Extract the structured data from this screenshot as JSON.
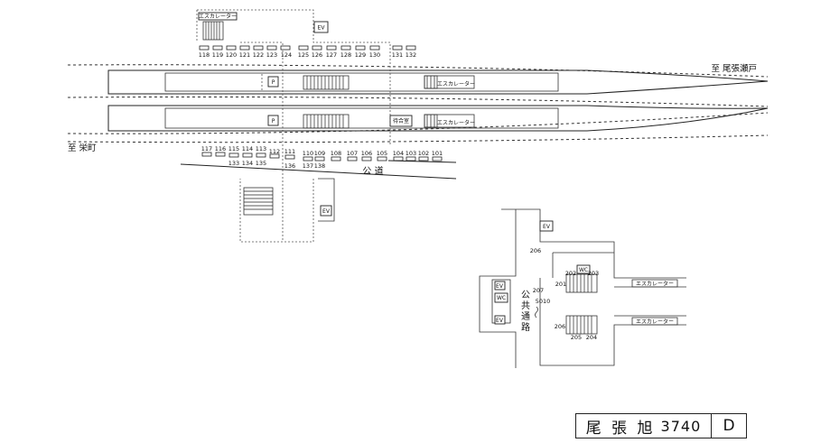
{
  "labels": {
    "to_owariseto": "至 尾張瀬戸",
    "to_sakaemachi": "至 栄町",
    "public_road": "公 道",
    "public_passage": "公共通路",
    "escalator": "エスカレーター",
    "ev": "EV",
    "wc": "WC",
    "waiting_room": "待合室",
    "p": "P"
  },
  "top_gates": [
    "118",
    "119",
    "120",
    "121",
    "122",
    "123",
    "124",
    "125",
    "126",
    "127",
    "128",
    "129",
    "130",
    "131",
    "132"
  ],
  "bottom_gates": [
    "117",
    "116",
    "115",
    "114",
    "113",
    "112",
    "111",
    "110",
    "109",
    "108",
    "107",
    "106",
    "105",
    "104",
    "103",
    "102",
    "101"
  ],
  "bottom_gates_sub": [
    "133",
    "134",
    "135",
    "136",
    "137",
    "138"
  ],
  "right_numbers": [
    "206",
    "202",
    "203",
    "201",
    "207",
    "5010",
    "206",
    "205",
    "204"
  ],
  "title": {
    "station": "尾 張 旭",
    "code": "3740",
    "section": "D"
  }
}
